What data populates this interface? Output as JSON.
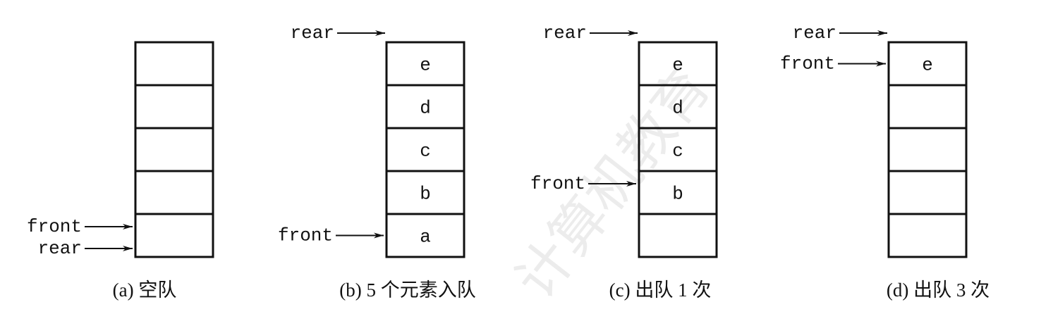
{
  "watermark": "计算机教育",
  "diagrams": [
    {
      "caption": "(a)  空队",
      "cells": [
        "",
        "",
        "",
        "",
        ""
      ],
      "pointers": [
        {
          "label": "front",
          "cell": 4,
          "anchor": "cell-upper"
        },
        {
          "label": "rear",
          "cell": 4,
          "anchor": "cell-lower"
        }
      ]
    },
    {
      "caption": "(b) 5 个元素入队",
      "cells": [
        "e",
        "d",
        "c",
        "b",
        "a"
      ],
      "pointers": [
        {
          "label": "rear",
          "cell": 0,
          "anchor": "above-top"
        },
        {
          "label": "front",
          "cell": 4,
          "anchor": "cell-mid"
        }
      ]
    },
    {
      "caption": "(c)  出队 1 次",
      "cells": [
        "e",
        "d",
        "c",
        "b",
        ""
      ],
      "pointers": [
        {
          "label": "rear",
          "cell": 0,
          "anchor": "above-top"
        },
        {
          "label": "front",
          "cell": 3,
          "anchor": "cell-upper"
        }
      ]
    },
    {
      "caption": "(d)  出队 3 次",
      "cells": [
        "e",
        "",
        "",
        "",
        ""
      ],
      "pointers": [
        {
          "label": "rear",
          "cell": 0,
          "anchor": "above-top"
        },
        {
          "label": "front",
          "cell": 0,
          "anchor": "cell-mid"
        }
      ]
    }
  ]
}
